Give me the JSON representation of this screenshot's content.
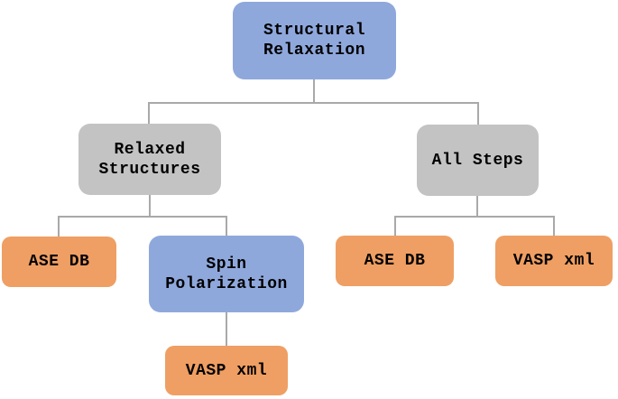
{
  "diagram": {
    "type": "flowchart-tree",
    "colors": {
      "blue": "#8fa8dc",
      "gray": "#c3c3c3",
      "orange": "#ef9f63",
      "connector": "#a9a9a9",
      "text": "#000000",
      "background": "#ffffff"
    },
    "nodes": [
      {
        "id": "root",
        "label": "Structural Relaxation",
        "color": "blue"
      },
      {
        "id": "relaxed",
        "label": "Relaxed Structures",
        "color": "gray"
      },
      {
        "id": "all-steps",
        "label": "All Steps",
        "color": "gray"
      },
      {
        "id": "ase-db-left",
        "label": "ASE DB",
        "color": "orange"
      },
      {
        "id": "spin",
        "label": "Spin Polarization",
        "color": "blue"
      },
      {
        "id": "ase-db-right",
        "label": "ASE DB",
        "color": "orange"
      },
      {
        "id": "vasp-xml-right",
        "label": "VASP xml",
        "color": "orange"
      },
      {
        "id": "vasp-xml-bottom",
        "label": "VASP xml",
        "color": "orange"
      }
    ],
    "edges": [
      {
        "from": "Structural Relaxation",
        "to": "Relaxed Structures"
      },
      {
        "from": "Structural Relaxation",
        "to": "All Steps"
      },
      {
        "from": "Relaxed Structures",
        "to": "ASE DB"
      },
      {
        "from": "Relaxed Structures",
        "to": "Spin Polarization"
      },
      {
        "from": "Spin Polarization",
        "to": "VASP xml"
      },
      {
        "from": "All Steps",
        "to": "ASE DB"
      },
      {
        "from": "All Steps",
        "to": "VASP xml"
      }
    ]
  }
}
